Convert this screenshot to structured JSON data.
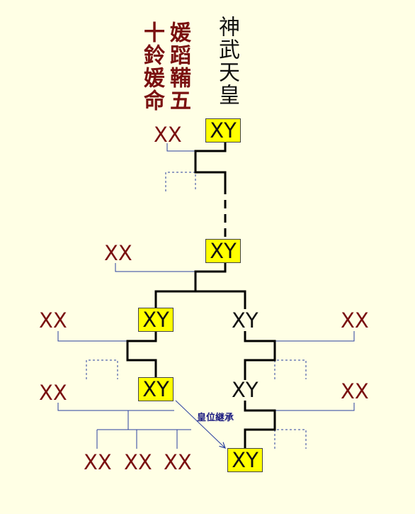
{
  "emperor_name": "神武天皇",
  "empress_name_1": "媛蹈鞴五",
  "empress_name_2": "十鈴媛命",
  "xy_label": "XY",
  "xx_label": "XX",
  "succession_label": "皇位継承",
  "colors": {
    "background": "#ffffe5",
    "xx_text": "#7a1010",
    "xy_box": "#ffff00",
    "thin_line": "#2a3fa0",
    "thick_line": "#000000"
  }
}
